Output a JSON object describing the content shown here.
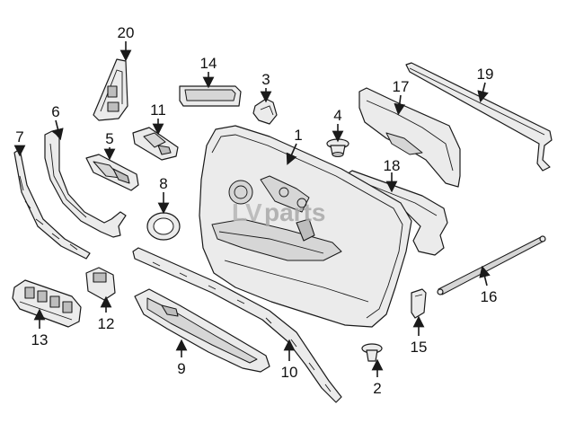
{
  "diagram": {
    "callouts": [
      {
        "part": "door-panel",
        "label": "1"
      },
      {
        "part": "push-clip",
        "label": "2"
      },
      {
        "part": "bracket",
        "label": "3"
      },
      {
        "part": "grommet",
        "label": "4"
      },
      {
        "part": "switch-bezel",
        "label": "5"
      },
      {
        "part": "upper-trim-strip",
        "label": "6"
      },
      {
        "part": "outer-trim-strip",
        "label": "7"
      },
      {
        "part": "speaker-ring",
        "label": "8"
      },
      {
        "part": "armrest",
        "label": "9"
      },
      {
        "part": "lower-trim-strip",
        "label": "10"
      },
      {
        "part": "lock-switch-bezel",
        "label": "11"
      },
      {
        "part": "single-switch",
        "label": "12"
      },
      {
        "part": "master-window-switch",
        "label": "13"
      },
      {
        "part": "handle-insert",
        "label": "14"
      },
      {
        "part": "small-clip",
        "label": "15"
      },
      {
        "part": "weather-rod",
        "label": "16"
      },
      {
        "part": "door-pull-handle",
        "label": "17"
      },
      {
        "part": "rear-bracket",
        "label": "18"
      },
      {
        "part": "window-seal-strip",
        "label": "19"
      },
      {
        "part": "mirror-trim-triangle",
        "label": "20"
      }
    ],
    "watermark": {
      "prefix": "LV",
      "suffix": "parts"
    }
  }
}
